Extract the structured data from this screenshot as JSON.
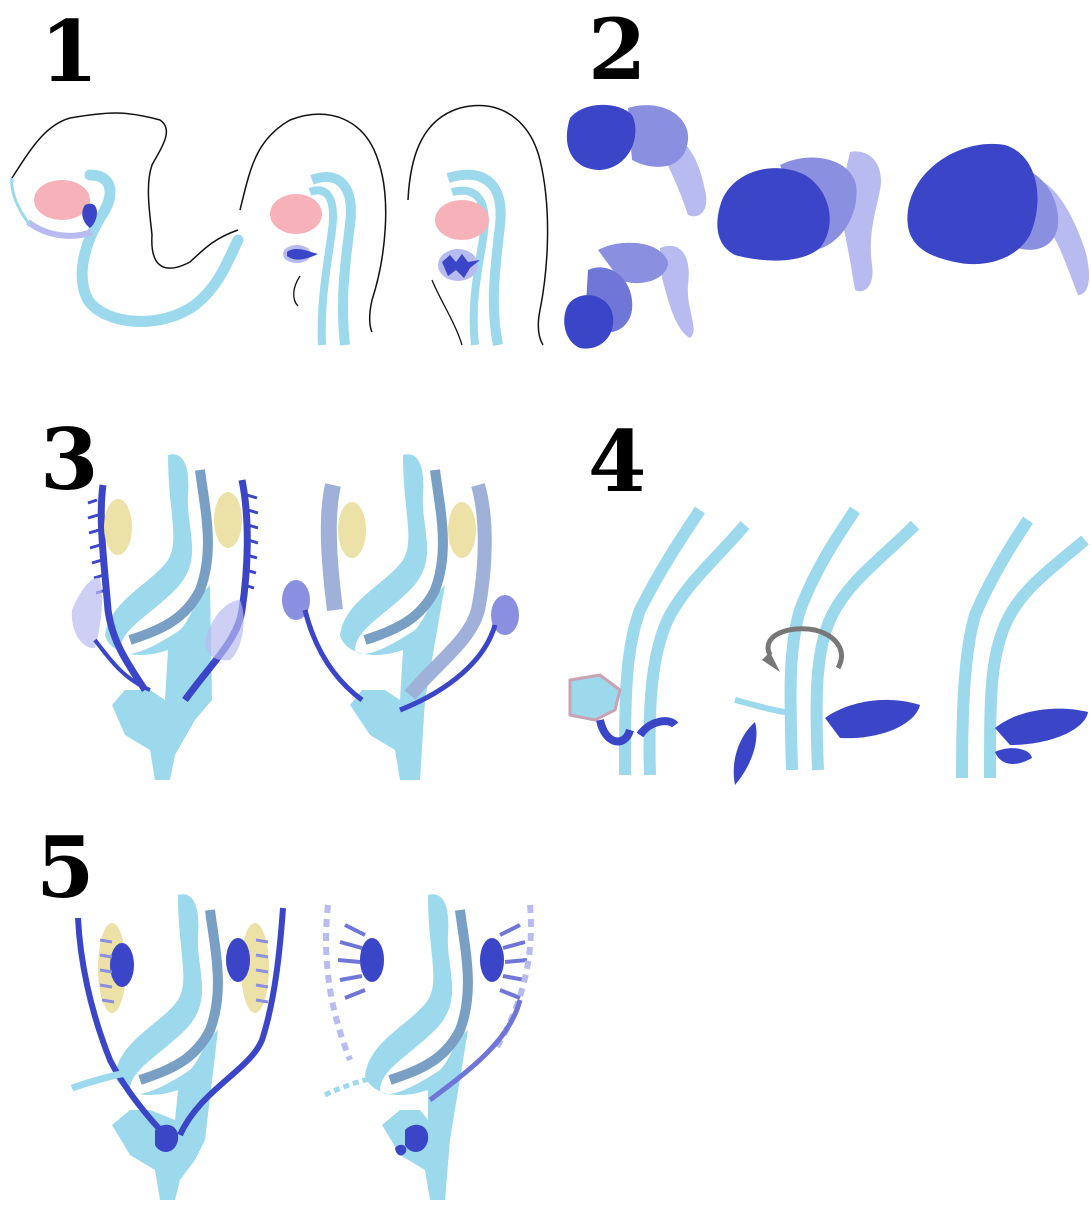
{
  "panels": [
    {
      "label": "1"
    },
    {
      "label": "2"
    },
    {
      "label": "3"
    },
    {
      "label": "4"
    },
    {
      "label": "5"
    }
  ],
  "colors": {
    "light_blue": "#9dd9ec",
    "mid_blue": "#7a9fc4",
    "dark_blue": "#3a45c8",
    "violet": "#8a8fe0",
    "pale_violet": "#b8bbef",
    "pink": "#f7b1b8",
    "cream": "#ece1a7",
    "grey_arrow": "#777777"
  }
}
